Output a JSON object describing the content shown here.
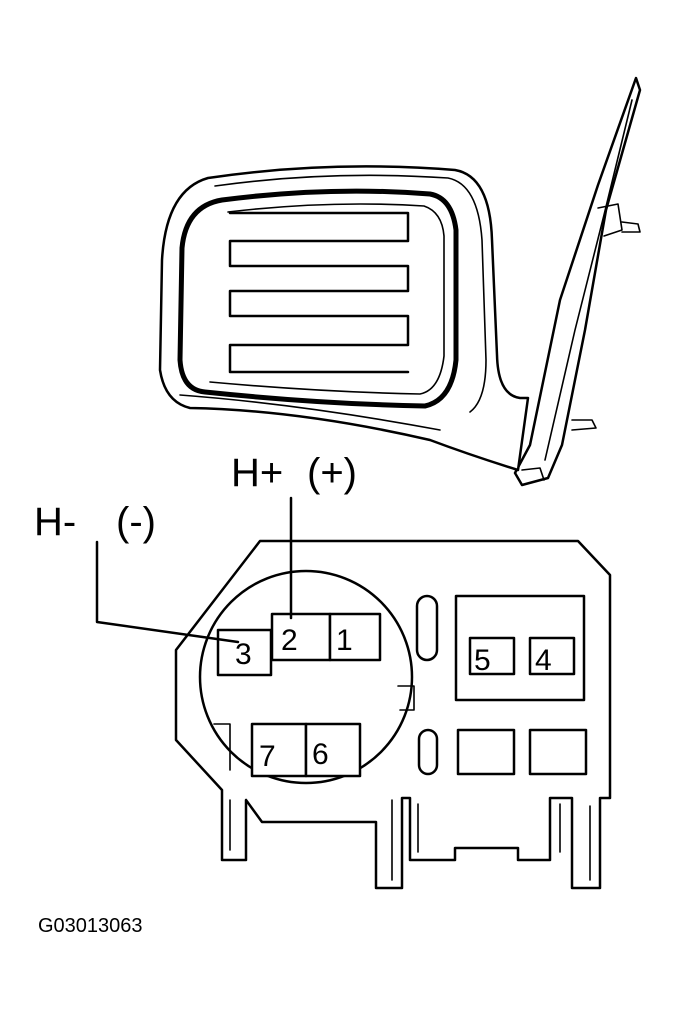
{
  "labels": {
    "h_plus": "H+",
    "h_plus_sign": "(+)",
    "h_minus": "H-",
    "h_minus_sign": "(-)"
  },
  "pins": [
    "1",
    "2",
    "3",
    "4",
    "5",
    "6",
    "7"
  ],
  "figure_code": "G03013063"
}
